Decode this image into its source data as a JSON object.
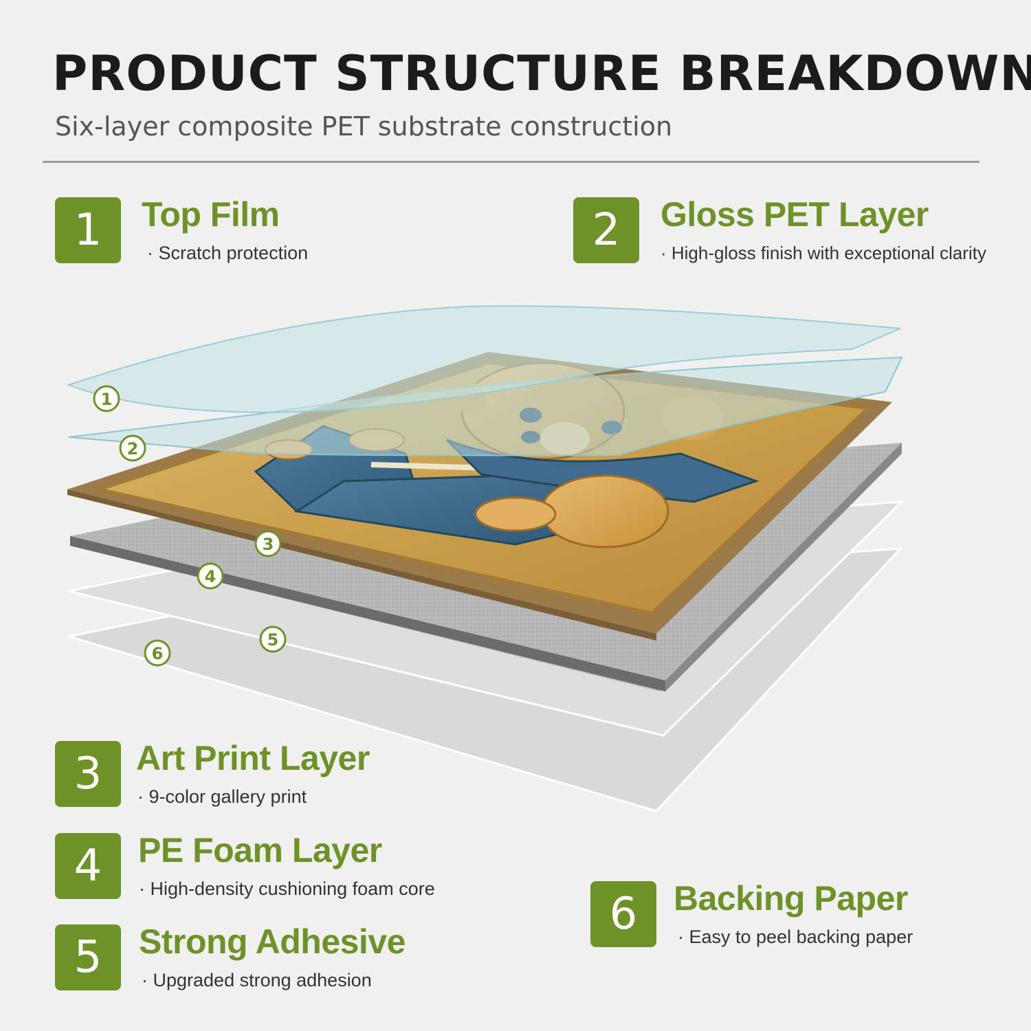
{
  "header": {
    "title": "PRODUCT STRUCTURE BREAKDOWN",
    "subtitle": "Six-layer composite PET substrate construction"
  },
  "layers": [
    {
      "number": "1",
      "name": "Top Film",
      "description": "· Scratch protection"
    },
    {
      "number": "2",
      "name": "Gloss PET Layer",
      "description": "· High-gloss finish with exceptional clarity"
    },
    {
      "number": "3",
      "name": "Art Print Layer",
      "description": "· 9-color gallery print"
    },
    {
      "number": "4",
      "name": "PE Foam Layer",
      "description": "· High-density cushioning foam core"
    },
    {
      "number": "5",
      "name": "Strong Adhesive",
      "description": "· Upgraded strong adhesion"
    },
    {
      "number": "6",
      "name": "Backing Paper",
      "description": "· Easy to peel backing paper"
    }
  ],
  "diagram_callouts": [
    "1",
    "2",
    "3",
    "4",
    "5",
    "6"
  ],
  "colors": {
    "accent_green": "#6e9228",
    "background": "#f0f0f0",
    "title": "#1c1c1c",
    "film": "#bcd9dc",
    "print_gold": "#c99a40",
    "print_blue": "#3f6c8c",
    "foam_gray": "#b5b5b5"
  },
  "illustration": "bear-reading-book-art-print"
}
